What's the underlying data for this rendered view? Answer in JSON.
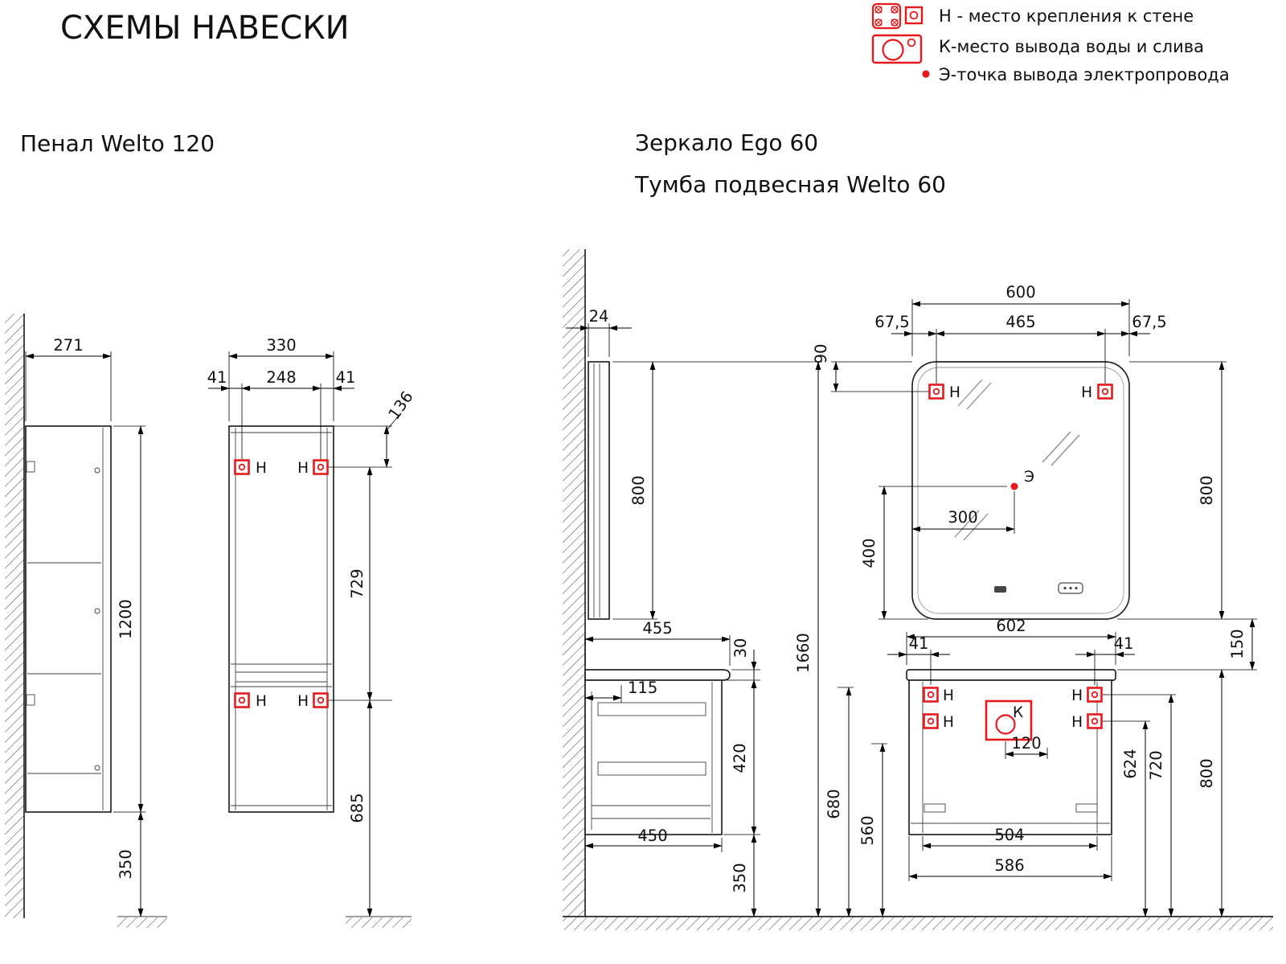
{
  "title": "СХЕМЫ НАВЕСКИ",
  "legend": {
    "wall_mount": "Н - место крепления к стене",
    "water_drain": "К-место вывода воды и слива",
    "electric": "Э-точка вывода электропровода"
  },
  "icons": {
    "mount_plate": "mount-plate-icon",
    "mount_point": "mount-point-icon",
    "water_outlet": "water-outlet-icon",
    "electric_point": "electric-dot-icon"
  },
  "colors": {
    "marker_red": "#e8191c",
    "ink": "#101010"
  },
  "symbols": {
    "mount": "Н",
    "water": "К",
    "electric": "Э"
  },
  "sections": {
    "penal_label": "Пенал Welto 120",
    "mirror_label": "Зеркало Ego 60",
    "vanity_label": "Тумба подвесная Welto 60"
  },
  "penal": {
    "depth": "271",
    "height": "1200",
    "floor_gap": "350",
    "width": "330",
    "edge_left": "41",
    "center_span": "248",
    "edge_right": "41",
    "mount_top_offset": "136",
    "mount_span": "729",
    "lower_mount_height": "685"
  },
  "mirror": {
    "depth": "24",
    "side_height": "800",
    "width": "600",
    "margin_left": "67,5",
    "mount_span": "465",
    "margin_right": "67,5",
    "mount_top_offset": "90",
    "height": "800",
    "electric_offset_x": "300",
    "electric_offset_y": "400",
    "gap_to_vanity": "150"
  },
  "vanity": {
    "depth": "455",
    "counter_thickness": "30",
    "drawer_inset": "115",
    "body_height": "420",
    "bottom_depth": "450",
    "floor_gap": "350",
    "total_height": "1660",
    "side_mount_height": "680",
    "water_height": "560",
    "width": "602",
    "edge_left": "41",
    "edge_right": "41",
    "water_offset": "120",
    "inner_width": "504",
    "body_width": "586",
    "lower_mount_height": "624",
    "upper_mount_height": "720",
    "height": "800"
  }
}
